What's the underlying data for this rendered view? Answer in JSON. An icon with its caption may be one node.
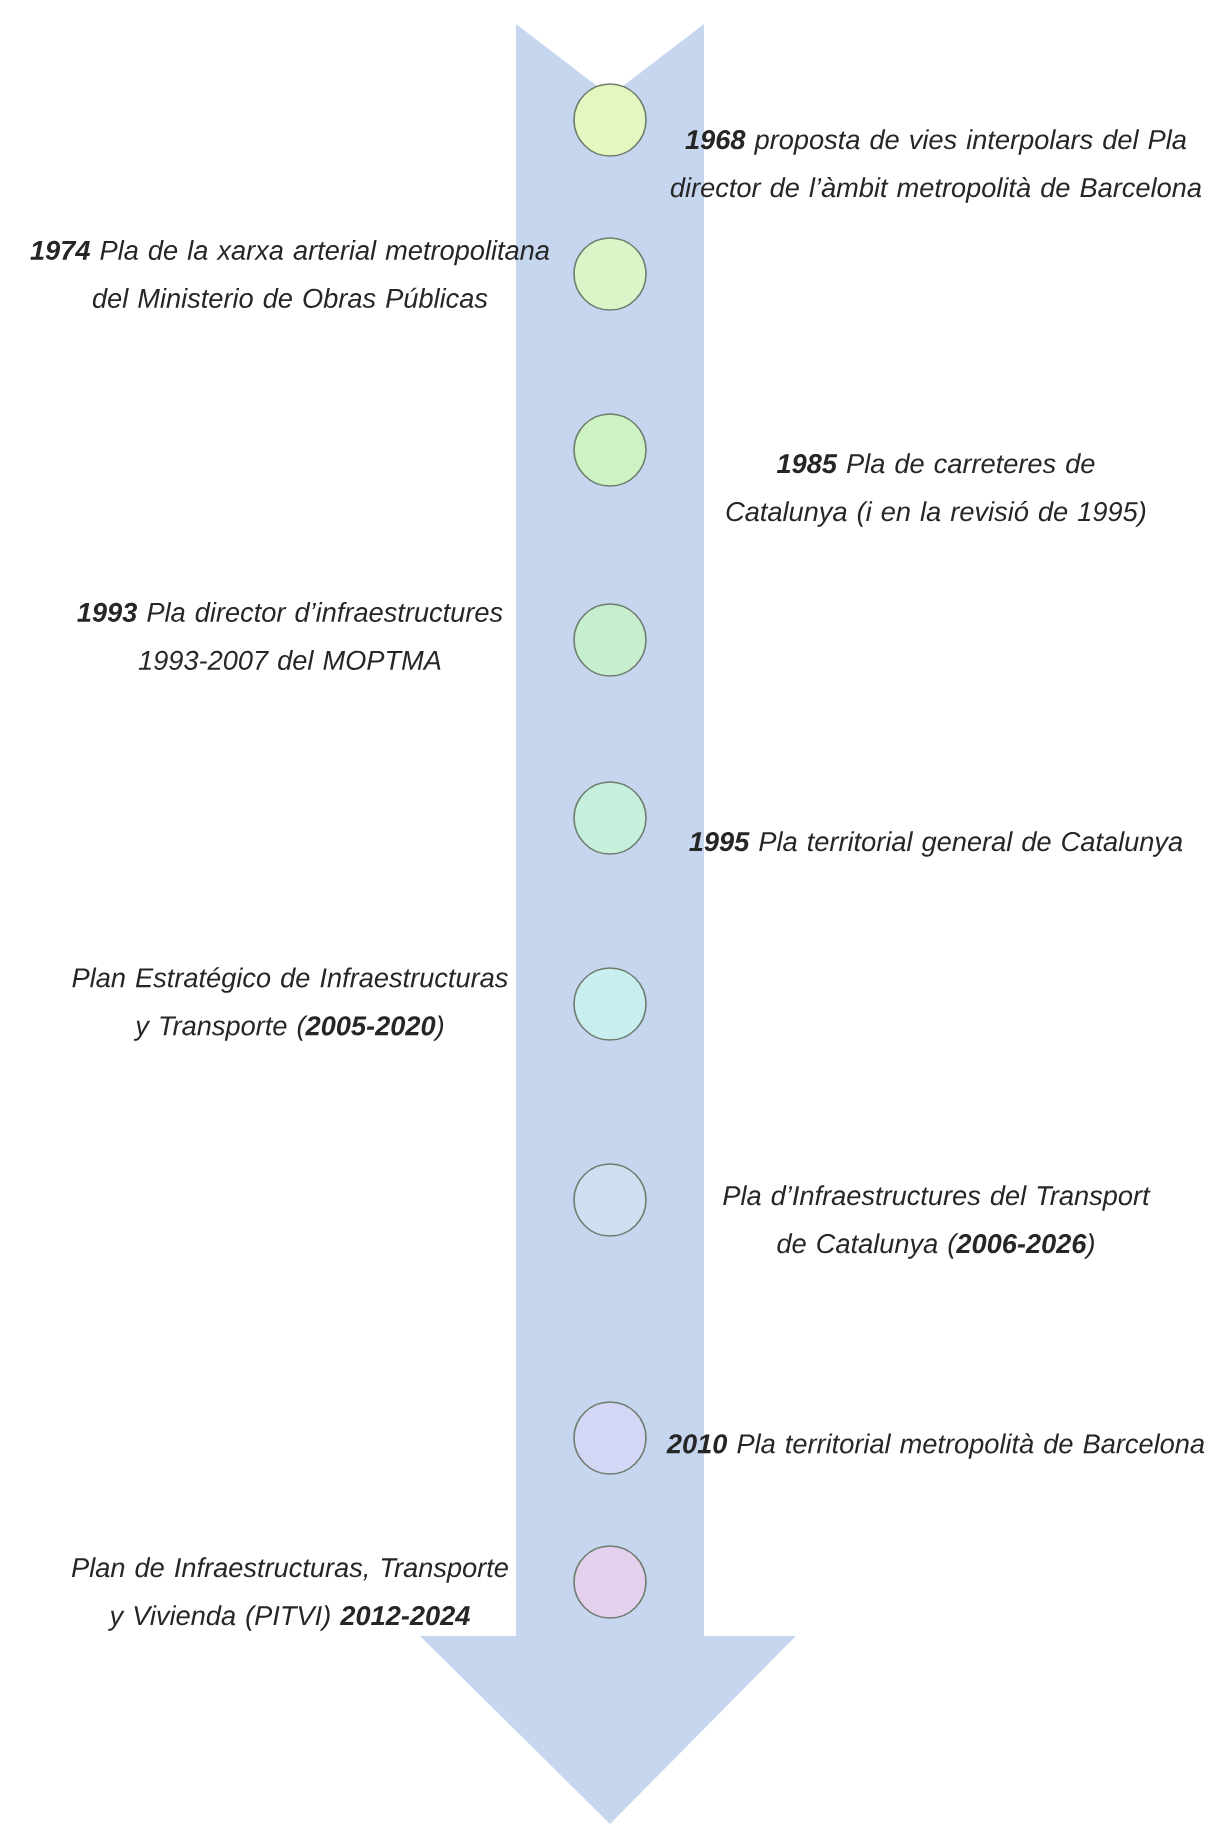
{
  "diagram": {
    "nodes": [
      {
        "text": [],
        "shape": "circle",
        "beside": [
          "**1968** proposta de vies interpolars del Pla director de l’àmbit metropolità de Barcelona"
        ]
      },
      {
        "text": [],
        "shape": "circle",
        "beside": [
          "**1974** Pla de la xarxa arterial metropolitana del Ministerio de Obras Públicas"
        ]
      },
      {
        "text": [],
        "shape": "circle",
        "beside": [
          "**1985** Pla de carreteres de Catalunya (i en la revisió de 1995)"
        ]
      },
      {
        "text": [],
        "shape": "circle",
        "beside": [
          "**1993** Pla director d’infraestructures 1993-2007 del MOPTMA"
        ]
      },
      {
        "text": [],
        "shape": "circle",
        "beside": [
          "**1995** Pla territorial general de Catalunya"
        ]
      },
      {
        "text": [],
        "shape": "circle",
        "beside": [
          "Plan Estratégico de Infraestructuras y Transporte (**2005-2020**)"
        ]
      },
      {
        "text": [],
        "shape": "circle",
        "beside": [
          "Pla d’Infraestructures del Transport de Catalunya (**2006-2026**)"
        ]
      },
      {
        "text": [],
        "shape": "circle",
        "beside": [
          "**2010** Pla territorial metropolità de Barcelona"
        ]
      },
      {
        "text": [],
        "shape": "circle",
        "beside": [
          "Plan de Infraestructuras, Transporte y Vivienda (PITVI) **2012-2024**"
        ]
      }
    ]
  }
}
